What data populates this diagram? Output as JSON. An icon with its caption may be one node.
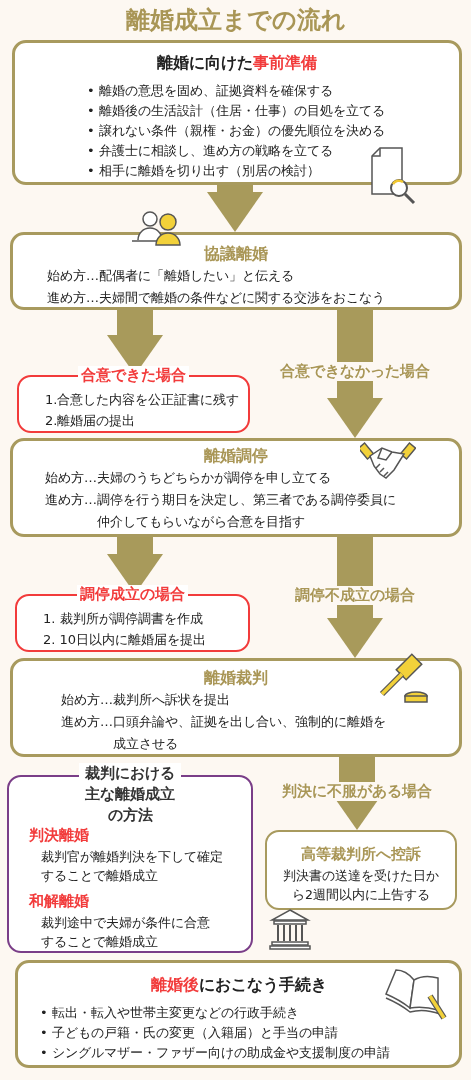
{
  "diagram": {
    "title": "離婚成立までの流れ",
    "nodes": [
      {
        "text": [
          "離婚に向けた**事前準備**",
          "• 離婚の意思を固め、証拠資料を確保する",
          "• 離婚後の生活設計（住居・仕事）の目処を立てる",
          "• 譲れない条件（親権・お金）の優先順位を決める",
          "• 弁護士に相談し、進め方の戦略を立てる",
          "• 相手に離婚を切り出す（別居の検討）"
        ]
      },
      {
        "text": [
          "協議離婚",
          "始め方…配偶者に「離婚したい」と伝える",
          "進め方…夫婦間で離婚の条件などに関する交渉をおこなう"
        ]
      },
      {
        "text": [
          "合意できた場合",
          "1.合意した内容を公正証書に残す",
          "2.離婚届の提出"
        ]
      },
      {
        "text": [
          "離婚調停",
          "始め方…夫婦のうちどちらかが調停を申し立てる",
          "進め方…調停を行う期日を決定し、第三者である調停委員に仲介してもらいながら合意を目指す"
        ]
      },
      {
        "text": [
          "調停成立の場合",
          "1. 裁判所が調停調書を作成",
          "2. 10日以内に離婚届を提出"
        ]
      },
      {
        "text": [
          "離婚裁判",
          "始め方…裁判所へ訴状を提出",
          "進め方…口頭弁論や、証拠を出し合い、強制的に離婚を成立させる"
        ]
      },
      {
        "text": [
          "裁判における主な離婚成立の方法",
          "判決離婚",
          "裁判官が離婚判決を下して確定することで離婚成立",
          "和解離婚",
          "裁判途中で夫婦が条件に合意することで離婚成立"
        ]
      },
      {
        "text": [
          "高等裁判所へ控訴",
          "判決書の送達を受けた日から2週間以内に上告する"
        ]
      },
      {
        "text": [
          "**離婚後**におこなう手続き",
          "• 転出・転入や世帯主変更などの行政手続き",
          "• 子どもの戸籍・氏の変更（入籍届）と手当の申請",
          "• シングルマザー・ファザー向けの助成金や支援制度の申請"
        ]
      }
    ],
    "edges": [
      {
        "from": 0,
        "to": 1,
        "arrow": "to"
      },
      {
        "from": 1,
        "to": 2,
        "arrow": "to"
      },
      {
        "from": 1,
        "to": 3,
        "arrow": "to",
        "label": "合意できなかった場合"
      },
      {
        "from": 3,
        "to": 4,
        "arrow": "to"
      },
      {
        "from": 3,
        "to": 5,
        "arrow": "to",
        "label": "調停不成立の場合"
      },
      {
        "from": 5,
        "to": 7,
        "arrow": "to",
        "label": "判決に不服がある場合"
      }
    ]
  }
}
